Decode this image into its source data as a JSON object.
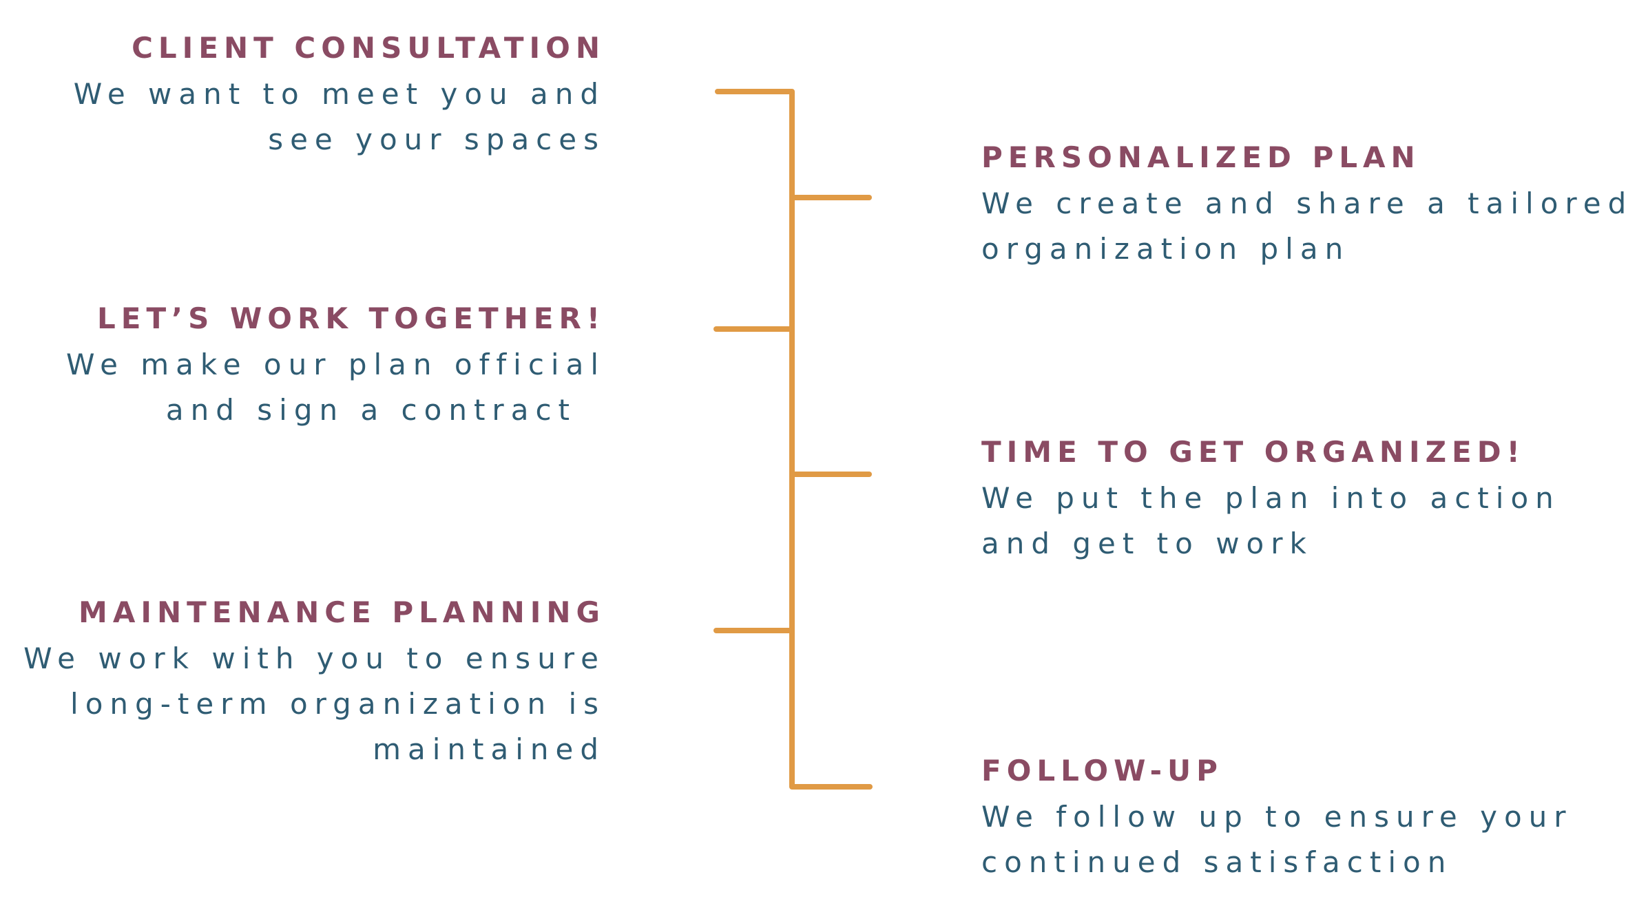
{
  "colors": {
    "title": "#8a4b63",
    "description": "#2f5c73",
    "connector": "#e09a45",
    "background": "#ffffff"
  },
  "steps": [
    {
      "side": "left",
      "title": "CLIENT CONSULTATION",
      "lines": [
        "We want to meet you and",
        "see your spaces"
      ]
    },
    {
      "side": "right",
      "title": "PERSONALIZED PLAN",
      "lines": [
        "We create and share a tailored",
        "organization plan"
      ]
    },
    {
      "side": "left",
      "title": "LET’S WORK TOGETHER!",
      "lines": [
        "We make our plan official",
        "and sign a contract"
      ]
    },
    {
      "side": "right",
      "title": "TIME TO GET ORGANIZED!",
      "lines": [
        "We put the plan into action",
        "and get to work"
      ]
    },
    {
      "side": "left",
      "title": "MAINTENANCE PLANNING",
      "lines": [
        "We work with you to ensure",
        "long-term organization is",
        "maintained"
      ]
    },
    {
      "side": "right",
      "title": "FOLLOW-UP",
      "lines": [
        "We follow up to ensure your",
        "continued satisfaction"
      ]
    }
  ]
}
